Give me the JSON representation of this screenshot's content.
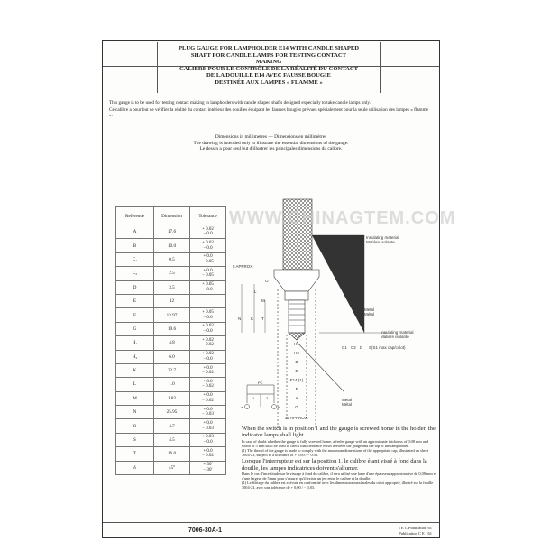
{
  "title": {
    "en": [
      "PLUG GAUGE FOR LAMPHOLDER E14 WITH CANDLE SHAPED",
      "SHAFT FOR CANDLE LAMPS FOR TESTING CONTACT",
      "MAKING"
    ],
    "fr": [
      "CALIBRE POUR LE CONTRÔLE DE LA RÉALITÉ DU CONTACT",
      "DE LA DOUILLE E14 AVEC FAUSSE BOUGIE",
      "DESTINÉE AUX LAMPES « FLAMME »"
    ]
  },
  "intro": {
    "en": "This gauge is to be used for testing contact making in lampholders with candle shaped shafts designed expecially to take candle lamps only.",
    "fr": "Ce calibre a pour but de vérifier la réalité du contact intérieur des douilles équipant les fausses bougies prévues spécialement pour la seule utilisation des lampes « flamme »."
  },
  "dimensions_note": [
    "Dimensions in millimetres — Dimensions en millimètres",
    "The drawing is intended only to illustrate the essential dimensions of the gauge.",
    "Le dessin a pour seul but d'illustrer les principales dimensions du calibre."
  ],
  "watermark": "WWW.CHINAGTEM.COM",
  "drawing": {
    "insulating": [
      "Insulating material",
      "Matière isolante"
    ],
    "metal": [
      "Metal",
      "Métal"
    ],
    "five_approx": "5 APPROX.",
    "thirtyfive_approx": "35 APPROX.",
    "labels": {
      "O": "O",
      "L": "L",
      "M": "M",
      "N": "N",
      "K": "K",
      "T": "T",
      "S": "S",
      "H1": "H1",
      "H2": "H2",
      "B": "B",
      "E": "E",
      "E14": "E14 (1)",
      "F": "F",
      "A": "A",
      "G": "G",
      "C1": "C1",
      "C2": "C2",
      "D": "D",
      "S1": "S(S1 max cap/culot)"
    },
    "switch": {
      "pc": "PC",
      "p1": "1",
      "p2": "2",
      "a": "a",
      "b": "b"
    }
  },
  "table": {
    "headers": [
      "Reference",
      "Dimension",
      "Tolerance"
    ],
    "rows": [
      {
        "ref": "A",
        "dim": "17.6",
        "tol": [
          "+ 0.02",
          "− 0.0"
        ]
      },
      {
        "ref": "B",
        "dim": "10.0",
        "tol": [
          "+ 0.02",
          "− 0.0"
        ]
      },
      {
        "ref": "C₁",
        "dim": "0.5",
        "tol": [
          "+ 0.0",
          "− 0.05"
        ]
      },
      {
        "ref": "C₂",
        "dim": "2.5",
        "tol": [
          "+ 0.0",
          "− 0.05"
        ]
      },
      {
        "ref": "D",
        "dim": "3.5",
        "tol": [
          "+ 0.05",
          "− 0.0"
        ]
      },
      {
        "ref": "E",
        "dim": "12",
        "tol": [
          "",
          ""
        ]
      },
      {
        "ref": "F",
        "dim": "13.97",
        "tol": [
          "+ 0.05",
          "− 0.0"
        ]
      },
      {
        "ref": "G",
        "dim": "19.6",
        "tol": [
          "+ 0.02",
          "− 0.0"
        ]
      },
      {
        "ref": "H₁",
        "dim": "4.8",
        "tol": [
          "+ 0.02",
          "− 0.02"
        ]
      },
      {
        "ref": "H₂",
        "dim": "6.0",
        "tol": [
          "+ 0.02",
          "− 0.0"
        ]
      },
      {
        "ref": "K",
        "dim": "22.7",
        "tol": [
          "+ 0.0",
          "− 0.02"
        ]
      },
      {
        "ref": "L",
        "dim": "1.0",
        "tol": [
          "+ 0.0",
          "− 0.02"
        ]
      },
      {
        "ref": "M",
        "dim": "1.82",
        "tol": [
          "+ 0.0",
          "− 0.02"
        ]
      },
      {
        "ref": "N",
        "dim": "25.95",
        "tol": [
          "+ 0.0",
          "− 0.03"
        ]
      },
      {
        "ref": "O",
        "dim": "4.7",
        "tol": [
          "+ 0.0",
          "− 0.03"
        ]
      },
      {
        "ref": "S",
        "dim": "4.5",
        "tol": [
          "+ 0.03",
          "− 0.0"
        ]
      },
      {
        "ref": "T",
        "dim": "16.0",
        "tol": [
          "+ 0.0",
          "− 0.02"
        ]
      },
      {
        "ref": "δ",
        "dim": "45°",
        "tol": [
          "+ 30′",
          "− 30′"
        ]
      }
    ]
  },
  "notes": {
    "en_main": "When the switch is in position 1 and the gauge is screwed home in the holder, the indicator lamps shall light.",
    "en_small": "In case of doubt whether the gauge is fully screwed home, a feeler gauge with an approximate thickness of 0.08 mm and width of 5 mm shall be used to check that clearance exists between the gauge and the top of the lampholder.",
    "en_foot": "(1) The thread of the gauge is made to comply with the maximum dimensions of the appropriate cap, illustrated on sheet 7004-23, subject to a tolerance of + 0.00 / − 0.03.",
    "fr_main": "Lorsque l'interrupteur est sur la position 1, le calibre étant vissé à fond dans la douille, les lampes indicatrices doivent s'allumer.",
    "fr_small": "Dans le cas d'incertitude sur le vissage à fond du calibre, il sera utilisé une lame d'une épaisseur approximative de 0,08 mm et d'une largeur de 5 mm pour s'assurer qu'il existe un jeu entre le calibre et la douille.",
    "fr_foot": "(1) Le filetage du calibre est exécuté en conformité avec les dimensions maximales du culot approprié, illustré sur la feuille 7004-23, avec une tolérance de + 0,00 / − 0,03."
  },
  "footer": {
    "code": "7006-30A-1",
    "pub": [
      "I E C Publication 61",
      "Publication C E I 61"
    ]
  }
}
